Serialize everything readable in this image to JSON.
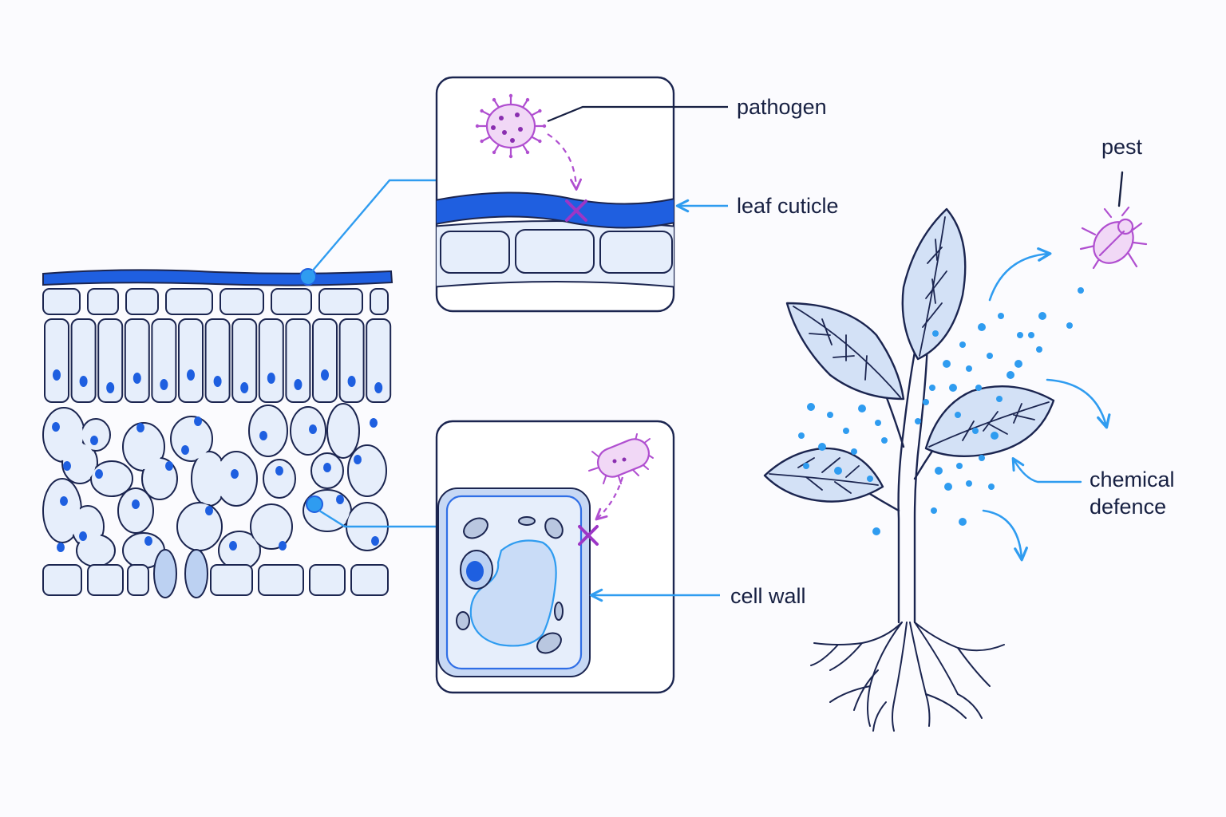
{
  "labels": {
    "pathogen": "pathogen",
    "leaf_cuticle": "leaf cuticle",
    "cell_wall": "cell wall",
    "pest": "pest",
    "chemical_defence_line1": "chemical",
    "chemical_defence_line2": "defence"
  },
  "colors": {
    "outline": "#1b2550",
    "cuticle": "#1f5fe0",
    "nucleus": "#1e5fe0",
    "cell_fill": "#e6eefb",
    "leaf_fill": "#d3e1f6",
    "connector": "#2f9cf0",
    "pathogen": "#b04fd0",
    "pathogen_fill": "#f1d8f6",
    "chemical": "#2f9cf0"
  },
  "icons": [
    "pathogen-icon",
    "bacterium-icon",
    "pest-icon",
    "block-x-icon",
    "plant-icon"
  ]
}
